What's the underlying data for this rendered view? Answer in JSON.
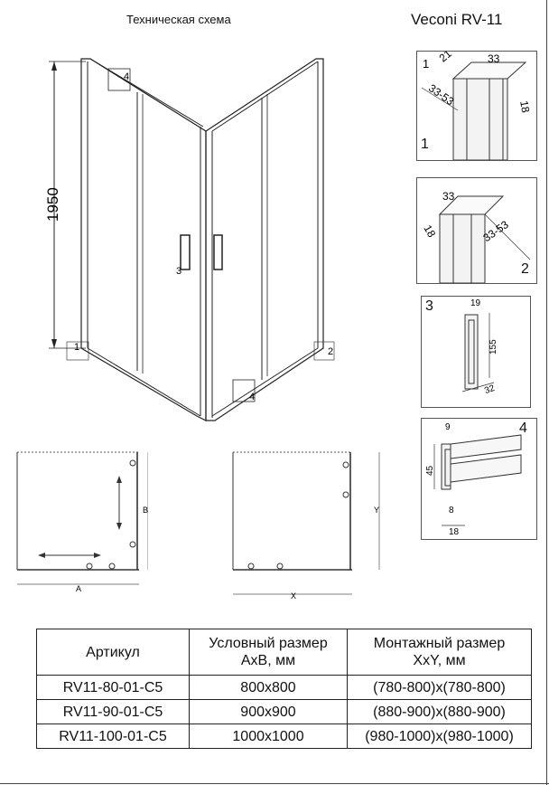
{
  "header": {
    "left_title": "Техническая схема",
    "model_title": "Veconi RV-11"
  },
  "main_drawing": {
    "height_dim": "1950",
    "callouts": [
      "4",
      "3",
      "1",
      "2",
      "4"
    ]
  },
  "details": [
    {
      "number": "1",
      "dims": [
        "21",
        "33",
        "33-53",
        "18"
      ]
    },
    {
      "number": "2",
      "dims": [
        "33",
        "18",
        "33-53"
      ]
    },
    {
      "number": "3",
      "dims": [
        "19",
        "155",
        "32"
      ]
    },
    {
      "number": "4",
      "dims": [
        "9",
        "45",
        "8",
        "18"
      ]
    }
  ],
  "plan_left": {
    "label_a": "A",
    "label_b": "B"
  },
  "plan_right": {
    "label_x": "X",
    "label_y": "Y"
  },
  "table": {
    "headers": [
      "Артикул",
      "Условный размер\nAxB, мм",
      "Монтажный размер\nXxY, мм"
    ],
    "header_lines": [
      [
        "Артикул"
      ],
      [
        "Условный размер",
        "AxB, мм"
      ],
      [
        "Монтажный размер",
        "XxY, мм"
      ]
    ],
    "rows": [
      [
        "RV11-80-01-C5",
        "800x800",
        "(780-800)x(780-800)"
      ],
      [
        "RV11-90-01-C5",
        "900x900",
        "(880-900)x(880-900)"
      ],
      [
        "RV11-100-01-C5",
        "1000x1000",
        "(980-1000)x(980-1000)"
      ]
    ]
  }
}
